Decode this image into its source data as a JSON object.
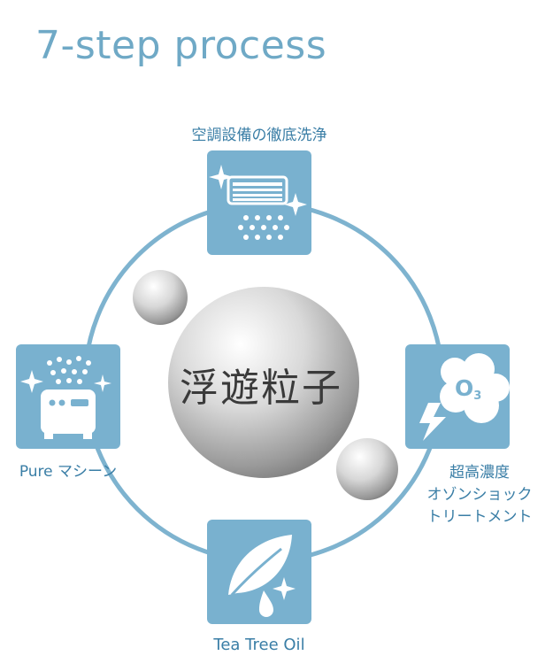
{
  "title": "7-step process",
  "center_label": "浮遊粒子",
  "steps": {
    "top": {
      "label": "空調設備の徹底洗浄",
      "icon": "air-conditioner-icon"
    },
    "right": {
      "label_lines": [
        "超高濃度",
        "オゾンショック",
        "トリートメント"
      ],
      "icon": "ozone-icon",
      "icon_text": "O",
      "icon_sub": "3"
    },
    "bottom": {
      "label": "Tea Tree Oil",
      "icon": "leaf-icon"
    },
    "left": {
      "label": "Pure マシーン",
      "icon": "purifier-machine-icon"
    }
  },
  "colors": {
    "accent": "#6fa9c6",
    "box": "#79b1cf",
    "ring": "#7eb3cf",
    "label": "#3a7ea6"
  }
}
